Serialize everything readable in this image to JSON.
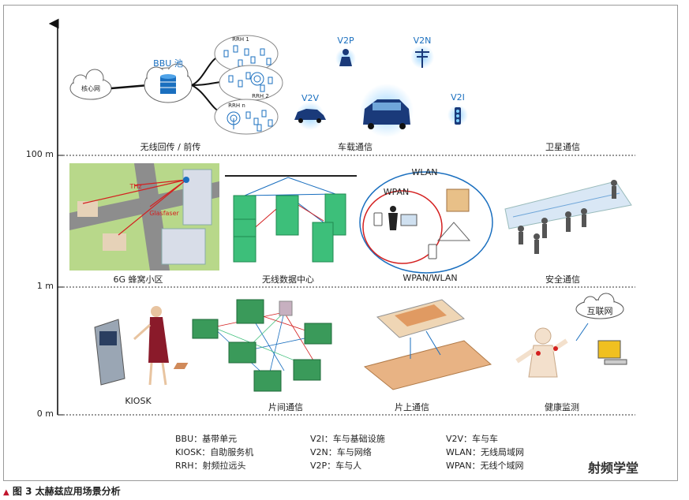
{
  "axis": {
    "top": "100 m",
    "middle": "1 m",
    "bottom": "0 m"
  },
  "row1": {
    "core_network": "核心网",
    "bbu_pool": "BBU 池",
    "rrh1": "RRH 1",
    "rrh2": "RRH 2",
    "rrhn": "RRH n",
    "v2p": "V2P",
    "v2n": "V2N",
    "v2v": "V2V",
    "v2i": "V2I",
    "label_backhaul": "无线回传 / 前传",
    "label_vehicle": "车载通信",
    "label_satellite": "卫星通信"
  },
  "row2": {
    "thz": "THz",
    "glass": "Glasfaser",
    "wlan": "WLAN",
    "wpan": "WPAN",
    "label_cell": "6G 蜂窝小区",
    "label_dc": "无线数据中心",
    "label_wpan": "WPAN/WLAN",
    "label_security": "安全通信"
  },
  "row3": {
    "internet": "互联网",
    "label_kiosk": "KIOSK",
    "label_interchip": "片间通信",
    "label_onchip": "片上通信",
    "label_health": "健康监测"
  },
  "legend": {
    "col1": [
      "BBU：基带单元",
      "KIOSK：自助服务机",
      "RRH：射频拉远头"
    ],
    "col2": [
      "V2I：车与基础设施",
      "V2N：车与网络",
      "V2P：车与人"
    ],
    "col3": [
      "V2V：车与车",
      "WLAN：无线局域网",
      "WPAN：无线个域网"
    ]
  },
  "caption": {
    "marker": "▲",
    "text": "图 3  太赫兹应用场景分析"
  },
  "watermark": "射频学堂",
  "colors": {
    "blue": "#1a6fbf",
    "red": "#c0142c",
    "green": "#3dbf7a"
  }
}
